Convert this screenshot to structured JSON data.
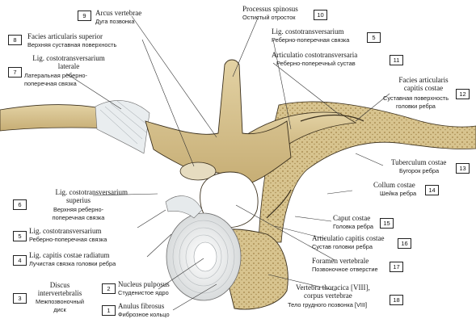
{
  "colors": {
    "bone": "#d9c592",
    "bone_dark": "#b89c62",
    "ligament": "#e8ecef",
    "disc": "#f2f2ef",
    "outline": "#3a2f1c",
    "background": "#ffffff"
  },
  "labels": {
    "l1": {
      "num": "1",
      "lat": "Anulus fibrosus",
      "ru": "Фиброзное кольцо"
    },
    "l2": {
      "num": "2",
      "lat": "Nucleus pulposus",
      "ru": "Студенистое ядро"
    },
    "l3": {
      "num": "3",
      "lat1": "Discus",
      "lat2": "intervertebralis",
      "ru1": "Межпозвоночный",
      "ru2": "диск"
    },
    "l4": {
      "num": "4",
      "lat": "Lig. capitis costae radiatum",
      "ru": "Лучистая связка головки ребра"
    },
    "l5a": {
      "num": "5",
      "lat": "Lig. costotransversarium",
      "ru": "Реберно-поперечная связка"
    },
    "l5b": {
      "num": "5",
      "lat": "Lig. costotransversarium",
      "ru": "Реберно-поперечная связка"
    },
    "l6": {
      "num": "6",
      "lat1": "Lig. costotransversarium",
      "lat2": "superius",
      "ru1": "Верхняя реберно-",
      "ru2": "поперечная связка"
    },
    "l7": {
      "num": "7",
      "lat1": "Lig. costotransversarium",
      "lat2": "laterale",
      "ru1": "Латеральная реберно-",
      "ru2": "поперечная связка"
    },
    "l8": {
      "num": "8",
      "lat": "Facies articularis superior",
      "ru": "Верхняя суставная поверхность"
    },
    "l9": {
      "num": "9",
      "lat": "Arcus vertebrae",
      "ru": "Дуга позвонка"
    },
    "l10": {
      "num": "10",
      "lat": "Processus spinosus",
      "ru": "Остистый отросток"
    },
    "l11": {
      "num": "11",
      "lat": "Articulatio costotransversaria",
      "ru": "Реберно-поперечный сустав"
    },
    "l12": {
      "num": "12",
      "lat1": "Facies articularis",
      "lat2": "capitis costae",
      "ru1": "Суставная поверхность",
      "ru2": "головки ребра"
    },
    "l13": {
      "num": "13",
      "lat": "Tuberculum costae",
      "ru": "Бугорок ребра"
    },
    "l14": {
      "num": "14",
      "lat": "Collum costae",
      "ru": "Шейка ребра"
    },
    "l15": {
      "num": "15",
      "lat": "Caput costae",
      "ru": "Головка ребра"
    },
    "l16": {
      "num": "16",
      "lat": "Articulatio capitis costae",
      "ru": "Сустав головки ребра"
    },
    "l17": {
      "num": "17",
      "lat": "Foramen vertebrale",
      "ru": "Позвоночное отверстие"
    },
    "l18": {
      "num": "18",
      "lat1": "Vertebra thoracica [VIII],",
      "lat2": "corpus vertebrae",
      "ru": "Тело грудного позвонка [VIII]"
    }
  }
}
